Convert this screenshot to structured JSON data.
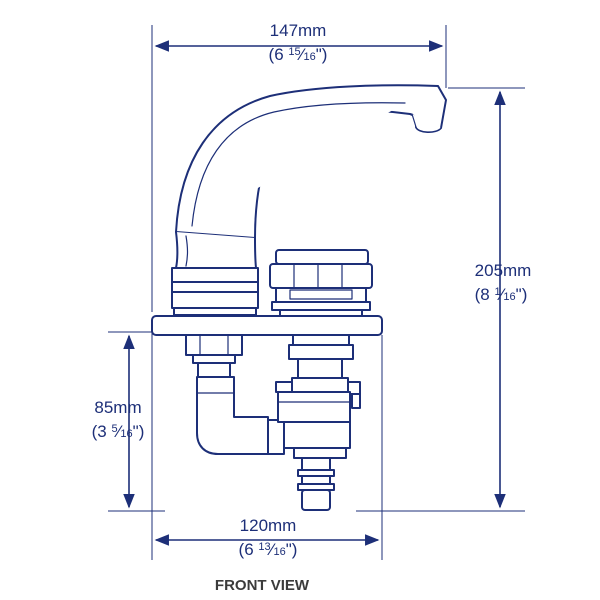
{
  "colors": {
    "ink": "#1d2f78",
    "fill": "#ffffff",
    "caption": "#3b3b3b"
  },
  "dimensions": {
    "width_top": {
      "mm": "147mm",
      "in_open": "(6 ",
      "num": "15",
      "slash": "⁄",
      "den": "16",
      "in_close": "\")"
    },
    "height_total": {
      "mm": "205mm",
      "in_open": "(8 ",
      "num": "1",
      "slash": "⁄",
      "den": "16",
      "in_close": "\")"
    },
    "height_lower": {
      "mm": "85mm",
      "in_open": "(3 ",
      "num": "5",
      "slash": "⁄",
      "den": "16",
      "in_close": "\")"
    },
    "width_bottom": {
      "mm": "120mm",
      "in_open": "(6 ",
      "num": "13",
      "slash": "⁄",
      "den": "16",
      "in_close": "\")"
    }
  },
  "caption": "FRONT VIEW"
}
